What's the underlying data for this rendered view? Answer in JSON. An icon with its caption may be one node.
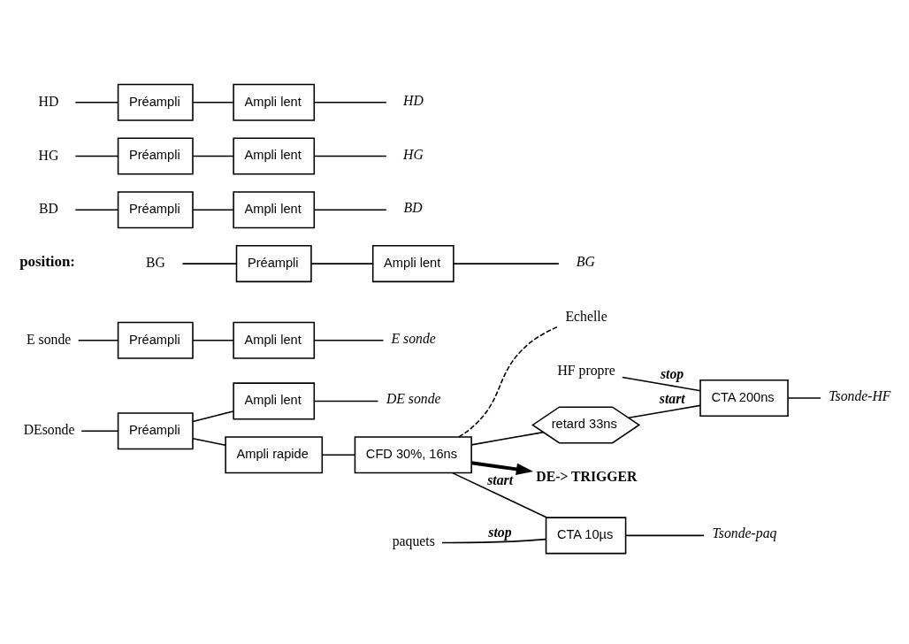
{
  "diagram": {
    "nodes": [
      {
        "text": [
          "DEsonde"
        ]
      },
      {
        "text": [
          "Préampli"
        ]
      },
      {
        "text": [
          "Ampli lent"
        ]
      },
      {
        "text": [
          "Ampli rapide"
        ]
      },
      {
        "text": [
          "CFD 30%, 16ns"
        ]
      },
      {
        "text": [
          "retard 33ns"
        ]
      },
      {
        "text": [
          "CTA 200ns"
        ]
      },
      {
        "text": [
          "CTA 10µs"
        ]
      },
      {
        "text": [
          "DE sonde"
        ]
      },
      {
        "text": [
          "DE-> TRIGGER"
        ]
      },
      {
        "text": [
          "Echelle"
        ]
      },
      {
        "text": [
          "Tsonde-HF"
        ]
      },
      {
        "text": [
          "Tsonde-paq"
        ]
      },
      {
        "text": [
          "HF propre"
        ]
      },
      {
        "text": [
          "paquets"
        ]
      },
      {
        "text": [
          "E sonde"
        ]
      },
      {
        "text": [
          "Préampli"
        ]
      },
      {
        "text": [
          "Ampli lent"
        ]
      },
      {
        "text": [
          "E sonde"
        ]
      },
      {
        "text": [
          "BG"
        ]
      },
      {
        "text": [
          "Préampli"
        ]
      },
      {
        "text": [
          "Ampli lent"
        ]
      },
      {
        "text": [
          "BG"
        ]
      },
      {
        "text": [
          "BD"
        ]
      },
      {
        "text": [
          "Préampli"
        ]
      },
      {
        "text": [
          "Ampli lent"
        ]
      },
      {
        "text": [
          "BD"
        ]
      },
      {
        "text": [
          "HG"
        ]
      },
      {
        "text": [
          "Préampli"
        ]
      },
      {
        "text": [
          "Ampli lent"
        ]
      },
      {
        "text": [
          "HG"
        ]
      },
      {
        "text": [
          "HD"
        ]
      },
      {
        "text": [
          "Préampli"
        ]
      },
      {
        "text": [
          "Ampli lent"
        ]
      },
      {
        "text": [
          "HD"
        ]
      }
    ],
    "edges": [
      {
        "from": 0,
        "to": 1,
        "arrow": "none"
      },
      {
        "from": 1,
        "to": 2,
        "arrow": "none"
      },
      {
        "from": 1,
        "to": 3,
        "arrow": "none"
      },
      {
        "from": 2,
        "to": 8,
        "arrow": "none"
      },
      {
        "from": 3,
        "to": 4,
        "arrow": "none"
      },
      {
        "from": 4,
        "to": 9,
        "arrow": "to",
        "style": "thick"
      },
      {
        "from": 4,
        "to": 10,
        "arrow": "none",
        "style": "dashed"
      },
      {
        "from": 4,
        "to": 5,
        "arrow": "none"
      },
      {
        "from": 5,
        "to": 6,
        "arrow": "none",
        "label": "start"
      },
      {
        "from": 13,
        "to": 6,
        "arrow": "none",
        "label": "stop"
      },
      {
        "from": 6,
        "to": 11,
        "arrow": "none"
      },
      {
        "from": 14,
        "to": 7,
        "arrow": "none",
        "label": "stop"
      },
      {
        "from": 4,
        "to": 7,
        "arrow": "none",
        "label": "start"
      },
      {
        "from": 7,
        "to": 12,
        "arrow": "none"
      },
      {
        "from": 15,
        "to": 16,
        "arrow": "none"
      },
      {
        "from": 16,
        "to": 17,
        "arrow": "none"
      },
      {
        "from": 17,
        "to": 18,
        "arrow": "none"
      },
      {
        "from": 19,
        "to": 20,
        "arrow": "none"
      },
      {
        "from": 20,
        "to": 21,
        "arrow": "none"
      },
      {
        "from": 21,
        "to": 22,
        "arrow": "none"
      },
      {
        "from": 23,
        "to": 24,
        "arrow": "none"
      },
      {
        "from": 24,
        "to": 25,
        "arrow": "none"
      },
      {
        "from": 25,
        "to": 26,
        "arrow": "none"
      },
      {
        "from": 27,
        "to": 28,
        "arrow": "none"
      },
      {
        "from": 28,
        "to": 29,
        "arrow": "none"
      },
      {
        "from": 29,
        "to": 30,
        "arrow": "none"
      },
      {
        "from": 31,
        "to": 32,
        "arrow": "none"
      },
      {
        "from": 32,
        "to": 33,
        "arrow": "none"
      },
      {
        "from": 33,
        "to": 34,
        "arrow": "none"
      }
    ],
    "labels": [
      "position:"
    ]
  }
}
